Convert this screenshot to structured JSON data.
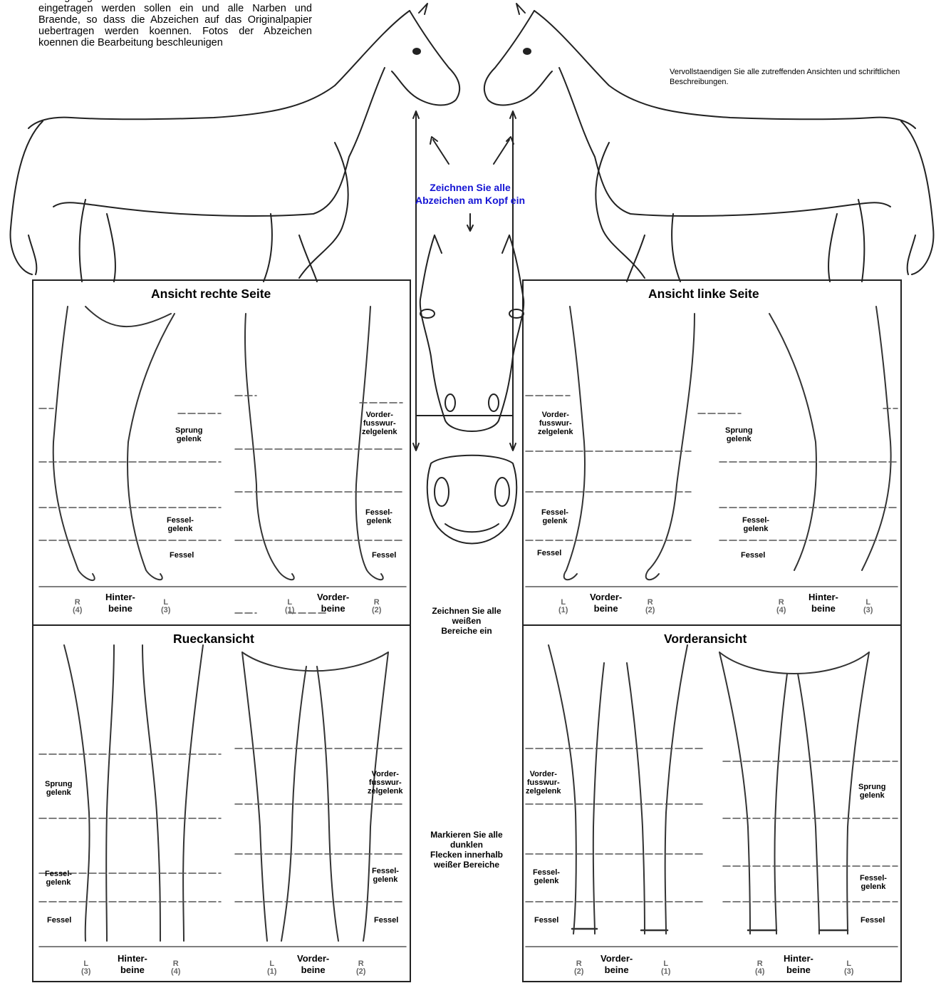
{
  "instructions": {
    "left": "durchgezogener dunkler Linien alle Abzeichen die eingetragen werden sollen ein und alle Narben und Braende, so dass die Abzeichen auf das Originalpapier uebertragen werden koennen. Fotos der Abzeichen koennen die Bearbeitung beschleunigen",
    "right": "Vervollstaendigen Sie alle zutreffenden Ansichten und schriftlichen Beschreibungen."
  },
  "center": {
    "head_note": "Zeichnen Sie alle\nAbzeichen am Kopf ein",
    "white_note": "Zeichnen Sie alle\nweißen\nBereiche ein",
    "spots_note": "Markieren Sie alle\ndunklen\nFlecken innerhalb\nweißer Bereiche"
  },
  "panels": {
    "right_side": {
      "title": "Ansicht rechte Seite",
      "labels": [
        "Sprung\ngelenk",
        "Fessel-\ngelenk",
        "Fessel",
        "Vorder-\nfusswur-\nzelgelenk",
        "Fessel-\ngelenk",
        "Fessel"
      ],
      "group_hind": "Hinter-\nbeine",
      "group_fore": "Vorder-\nbeine",
      "legs": [
        "R\n(4)",
        "L\n(3)",
        "L\n(1)",
        "R\n(2)"
      ]
    },
    "left_side": {
      "title": "Ansicht linke Seite",
      "labels": [
        "Vorder-\nfusswur-\nzelgelenk",
        "Fessel-\ngelenk",
        "Fessel",
        "Sprung\ngelenk",
        "Fessel-\ngelenk",
        "Fessel"
      ],
      "group_fore": "Vorder-\nbeine",
      "group_hind": "Hinter-\nbeine",
      "legs": [
        "L\n(1)",
        "R\n(2)",
        "R\n(4)",
        "L\n(3)"
      ]
    },
    "rear": {
      "title": "Rueckansicht",
      "labels": [
        "Sprung\ngelenk",
        "Fessel-\ngelenk",
        "Fessel",
        "Vorder-\nfusswur-\nzelgelenk",
        "Fessel-\ngelenk",
        "Fessel"
      ],
      "group_hind": "Hinter-\nbeine",
      "group_fore": "Vorder-\nbeine",
      "legs": [
        "L\n(3)",
        "R\n(4)",
        "L\n(1)",
        "R\n(2)"
      ]
    },
    "front": {
      "title": "Vorderansicht",
      "labels": [
        "Vorder-\nfusswur-\nzelgelenk",
        "Fessel-\ngelenk",
        "Fessel",
        "Sprung\ngelenk",
        "Fessel-\ngelenk",
        "Fessel"
      ],
      "group_fore": "Vorder-\nbeine",
      "group_hind": "Hinter-\nbeine",
      "legs": [
        "R\n(2)",
        "L\n(1)",
        "R\n(4)",
        "L\n(3)"
      ]
    }
  },
  "colors": {
    "ink": "#222222",
    "blue": "#1414d4",
    "dash": "#555555"
  }
}
